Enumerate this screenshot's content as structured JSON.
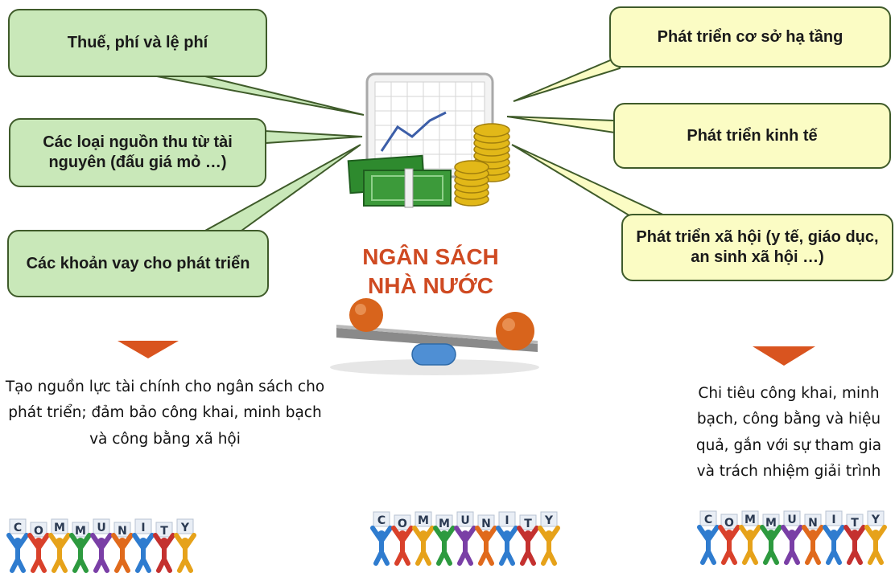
{
  "title": {
    "line1": "NGÂN SÁCH",
    "line2": "NHÀ NƯỚC"
  },
  "revenue_sources": [
    {
      "label": "Thuế, phí và lệ phí"
    },
    {
      "label": "Các loại nguồn thu từ tài nguyên (đấu giá mỏ …)"
    },
    {
      "label": "Các khoản vay cho phát triển"
    }
  ],
  "spending_targets": [
    {
      "label": "Phát triển cơ sở hạ tầng"
    },
    {
      "label": "Phát triển kinh tế"
    },
    {
      "label": "Phát triển xã hội (y tế, giáo dục, an sinh xã hội …)"
    }
  ],
  "left_outcome": "Tạo nguồn lực tài chính cho ngân sách cho phát triển; đảm bảo công khai, minh bạch và công bằng xã hội",
  "right_outcome": {
    "line1": "Chi tiêu công khai, minh",
    "line2": "bạch, công bằng và hiệu",
    "line3": "quả, gắn với sự tham gia",
    "line4": "và trách nhiệm giải trình"
  },
  "community_word": "COMMUNITY",
  "colors": {
    "green_box": "#c9e8b9",
    "yellow_box": "#fbfcc4",
    "title": "#cf4a22",
    "arrow": "#d9541f",
    "money": "#3c9a3a",
    "coins": "#e2b818"
  }
}
